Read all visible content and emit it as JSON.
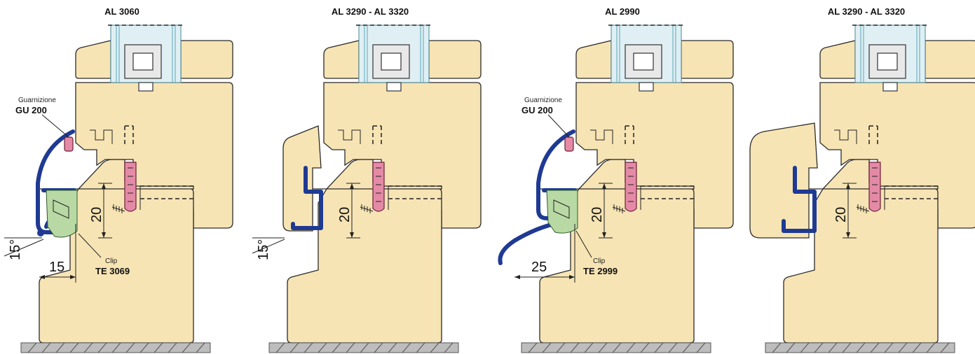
{
  "panels": [
    {
      "title": "AL 3060",
      "gasket": {
        "label": "Guarnizione",
        "code": "GU 200"
      },
      "clip": {
        "label": "Clip",
        "code": "TE 3069"
      },
      "dim_height": "20",
      "dim_width": "15",
      "angle": "15°",
      "angle_pre": "15"
    },
    {
      "title": "AL 3290 - AL 3320",
      "dim_height": "20",
      "angle": "15°"
    },
    {
      "title": "AL 2990",
      "gasket": {
        "label": "Guarnizione",
        "code": "GU 200"
      },
      "clip": {
        "label": "Clip",
        "code": "TE 2999"
      },
      "dim_height": "20",
      "dim_width": "25"
    },
    {
      "title": "AL 3290 - AL 3320",
      "dim_height": "20"
    }
  ],
  "colors": {
    "wood": "#f7e4b4",
    "aluminium_profile": "#1f3a93",
    "gasket": "#e48aa6",
    "clip": "#b9d9a4",
    "glass": "#dfeff3",
    "ground": "#bdbdbd"
  }
}
